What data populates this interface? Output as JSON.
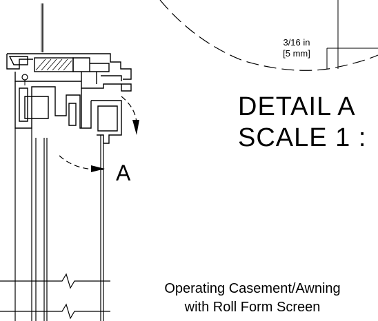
{
  "dimension": {
    "imperial": "3/16 in",
    "metric": "[5 mm]"
  },
  "detail": {
    "title": "DETAIL  A",
    "scale": "SCALE 1 : "
  },
  "callout_label": "A",
  "caption": {
    "line1": "Operating Casement/Awning",
    "line2": "with Roll Form Screen"
  }
}
